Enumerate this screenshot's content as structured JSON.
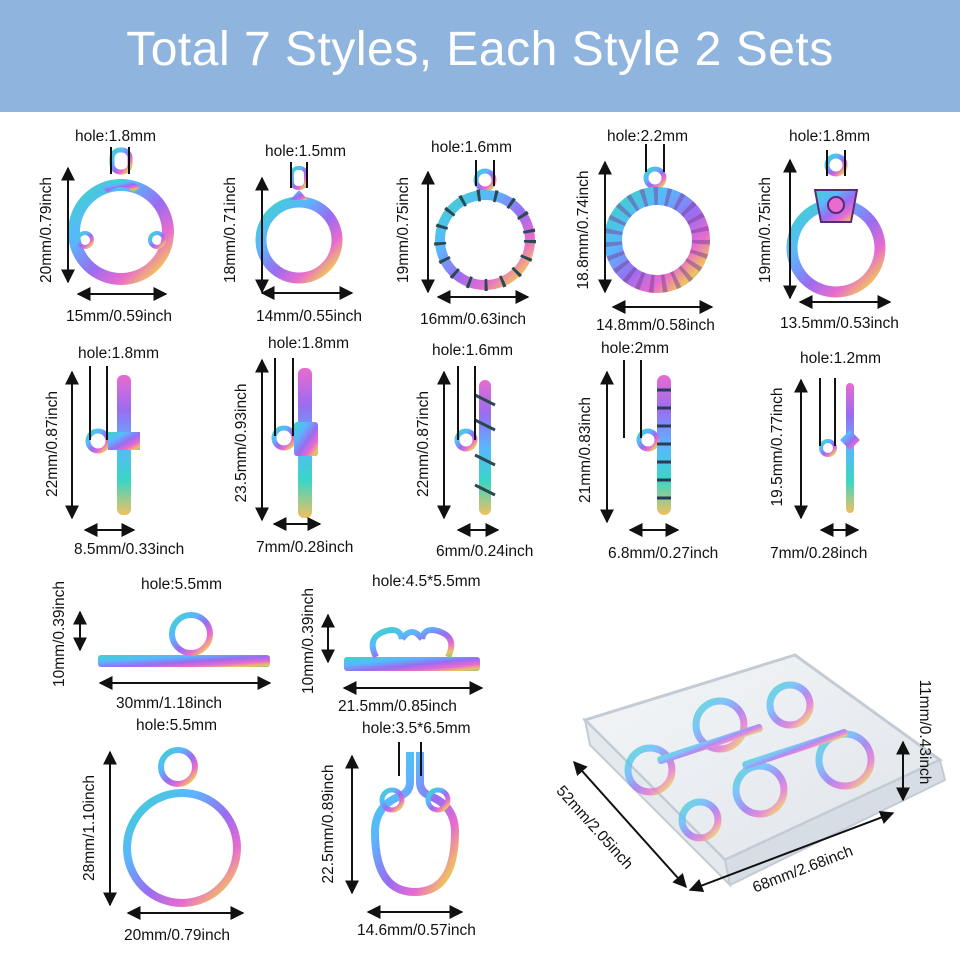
{
  "banner": {
    "title": "Total 7  Styles, Each Style 2 Sets",
    "color": "#8fb4dd"
  },
  "colors": {
    "rainbow": [
      "#3ad6c4",
      "#5ab6ff",
      "#9a6cf0",
      "#e86bd0",
      "#f0c060",
      "#6ed27a"
    ],
    "arrow": "#111111"
  },
  "row1": {
    "c1": {
      "hole": "hole:1.8mm",
      "height": "20mm/0.79inch",
      "width": "15mm/0.59inch"
    },
    "c2": {
      "hole": "hole:1.5mm",
      "height": "18mm/0.71inch",
      "width": "14mm/0.55inch"
    },
    "c3": {
      "hole": "hole:1.6mm",
      "height": "19mm/0.75inch",
      "width": "16mm/0.63inch"
    },
    "c4": {
      "hole": "hole:2.2mm",
      "height": "18.8mm/0.74inch",
      "width": "14.8mm/0.58inch"
    },
    "c5": {
      "hole": "hole:1.8mm",
      "height": "19mm/0.75inch",
      "width": "13.5mm/0.53inch"
    }
  },
  "row2": {
    "c1": {
      "hole": "hole:1.8mm",
      "height": "22mm/0.87inch",
      "width": "8.5mm/0.33inch"
    },
    "c2": {
      "hole": "hole:1.8mm",
      "height": "23.5mm/0.93inch",
      "width": "7mm/0.28inch"
    },
    "c3": {
      "hole": "hole:1.6mm",
      "height": "22mm/0.87inch",
      "width": "6mm/0.24inch"
    },
    "c4": {
      "hole": "hole:2mm",
      "height": "21mm/0.83inch",
      "width": "6.8mm/0.27inch"
    },
    "c5": {
      "hole": "hole:1.2mm",
      "height": "19.5mm/0.77inch",
      "width": "7mm/0.28inch"
    }
  },
  "row3": {
    "bar1": {
      "hole": "hole:5.5mm",
      "height": "10mm/0.39inch",
      "width": "30mm/1.18inch"
    },
    "bar2": {
      "hole": "hole:4.5*5.5mm",
      "height": "10mm/0.39inch",
      "width": "21.5mm/0.85inch"
    },
    "ring": {
      "hole": "hole:5.5mm",
      "height": "28mm/1.10inch",
      "width": "20mm/0.79inch"
    },
    "fancy": {
      "hole": "hole:3.5*6.5mm",
      "height": "22.5mm/0.89inch",
      "width": "14.6mm/0.57inch"
    }
  },
  "box": {
    "height": "11mm/0.43inch",
    "depth": "52mm/2.05inch",
    "width": "68mm/2.68inch"
  }
}
